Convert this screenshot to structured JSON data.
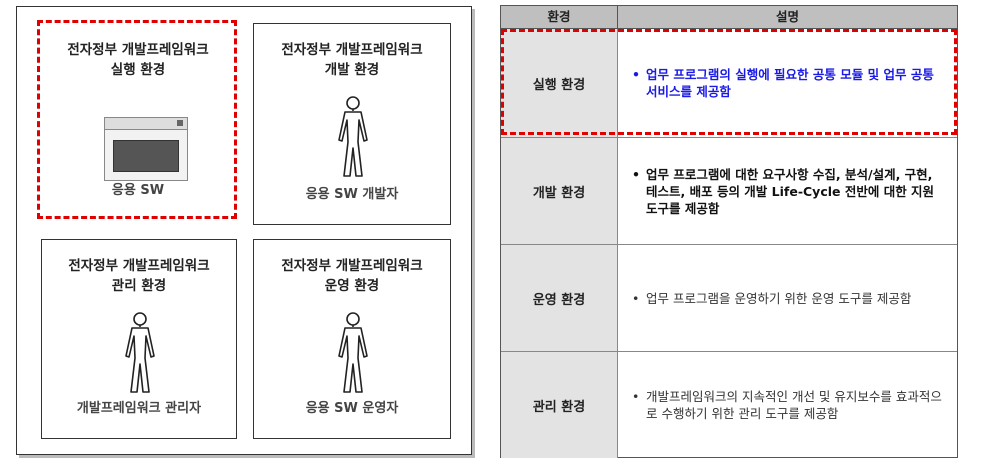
{
  "diagram": {
    "boxes": [
      {
        "title_line1": "전자정부 개발프레임워크",
        "title_line2": "실행 환경",
        "caption": "응용 SW"
      },
      {
        "title_line1": "전자정부 개발프레임워크",
        "title_line2": "개발 환경",
        "caption": "응용 SW 개발자"
      },
      {
        "title_line1": "전자정부 개발프레임워크",
        "title_line2": "관리 환경",
        "caption": "개발프레임워크 관리자"
      },
      {
        "title_line1": "전자정부 개발프레임워크",
        "title_line2": "운영 환경",
        "caption": "응용 SW 운영자"
      }
    ]
  },
  "table": {
    "header": {
      "col1": "환경",
      "col2": "설명"
    },
    "bullet": "•",
    "rows": [
      {
        "env": "실행 환경",
        "desc": "업무 프로그램의 실행에 필요한 공통 모듈 및 업무 공통서비스를 제공함"
      },
      {
        "env": "개발 환경",
        "desc": "업무 프로그램에 대한 요구사항 수집, 분석/설계, 구현, 테스트, 배포 등의 개발 Life-Cycle 전반에 대한 지원 도구를 제공함"
      },
      {
        "env": "운영 환경",
        "desc": "업무 프로그램을 운영하기 위한 운영 도구를 제공함"
      },
      {
        "env": "관리 환경",
        "desc": "개발프레임워크의 지속적인 개선 및 유지보수를 효과적으로 수행하기 위한 관리 도구를 제공함"
      }
    ]
  },
  "colors": {
    "highlight_dash": "#e00000",
    "highlight_text": "#1a1ae6",
    "header_bg": "#bfbfbf",
    "label_bg": "#e3e3e3"
  },
  "icons": [
    "app-window-icon",
    "person-icon"
  ]
}
